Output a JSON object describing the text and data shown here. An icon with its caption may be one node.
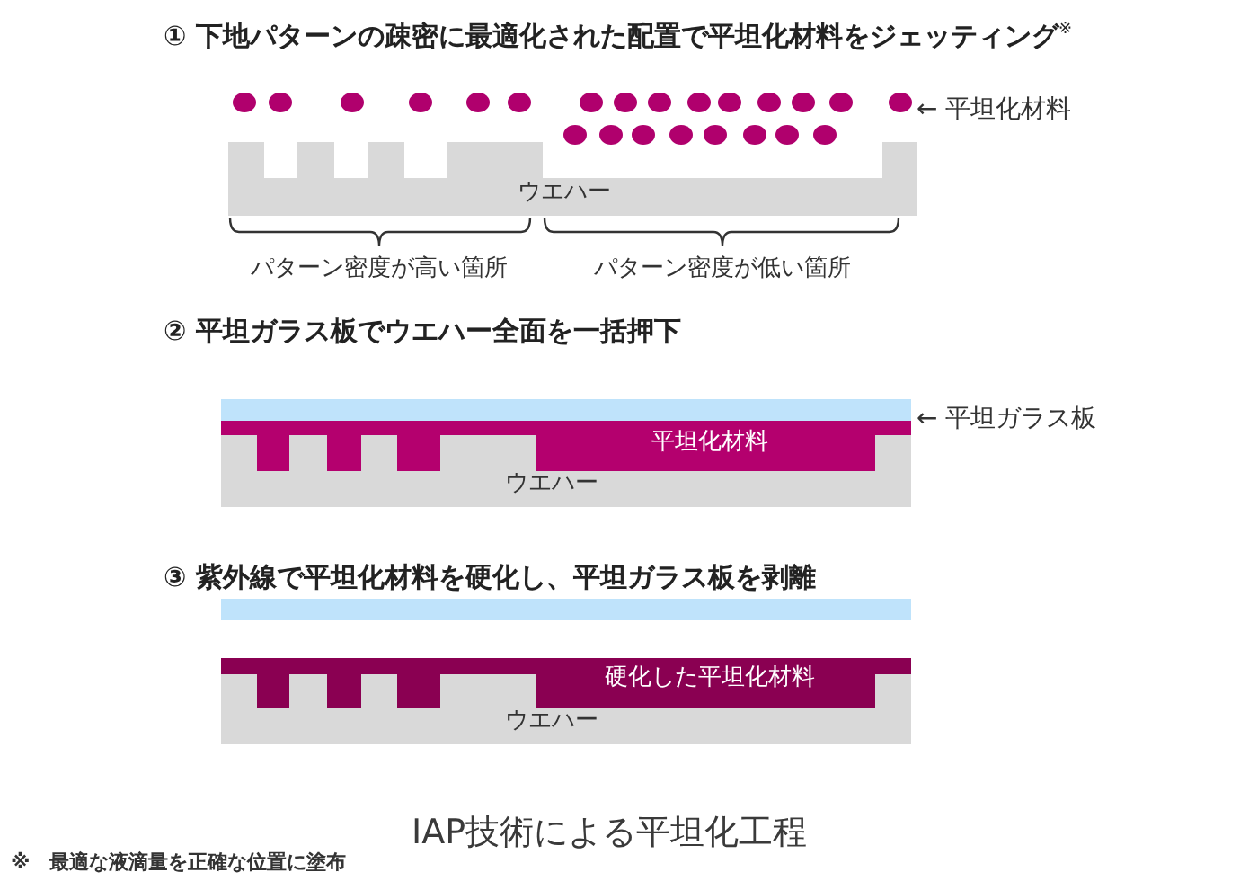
{
  "diagram": {
    "caption": "IAP技術による平坦化工程",
    "nodes": [
      {
        "text": [
          "ウエハー"
        ]
      },
      {
        "text": [
          "平坦化材料"
        ]
      },
      {
        "text": [
          "ウエハー"
        ]
      },
      {
        "text": [
          "硬化した平坦化材料"
        ]
      },
      {
        "text": [
          "ウエハー"
        ]
      }
    ],
    "labels": [
      "① 下地パターンの疎密に最適化された配置で平坦化材料をジェッティング$^{※}$",
      "← 平坦化材料",
      "パターン密度が高い箇所",
      "パターン密度が低い箇所",
      "② 平坦ガラス板でウエハー全面を一括押下",
      "← 平坦ガラス板",
      "③ 紫外線で平坦化材料を硬化し、平坦ガラス板を剥離",
      "※　最適な液滴量を正確な位置に塗布"
    ]
  }
}
